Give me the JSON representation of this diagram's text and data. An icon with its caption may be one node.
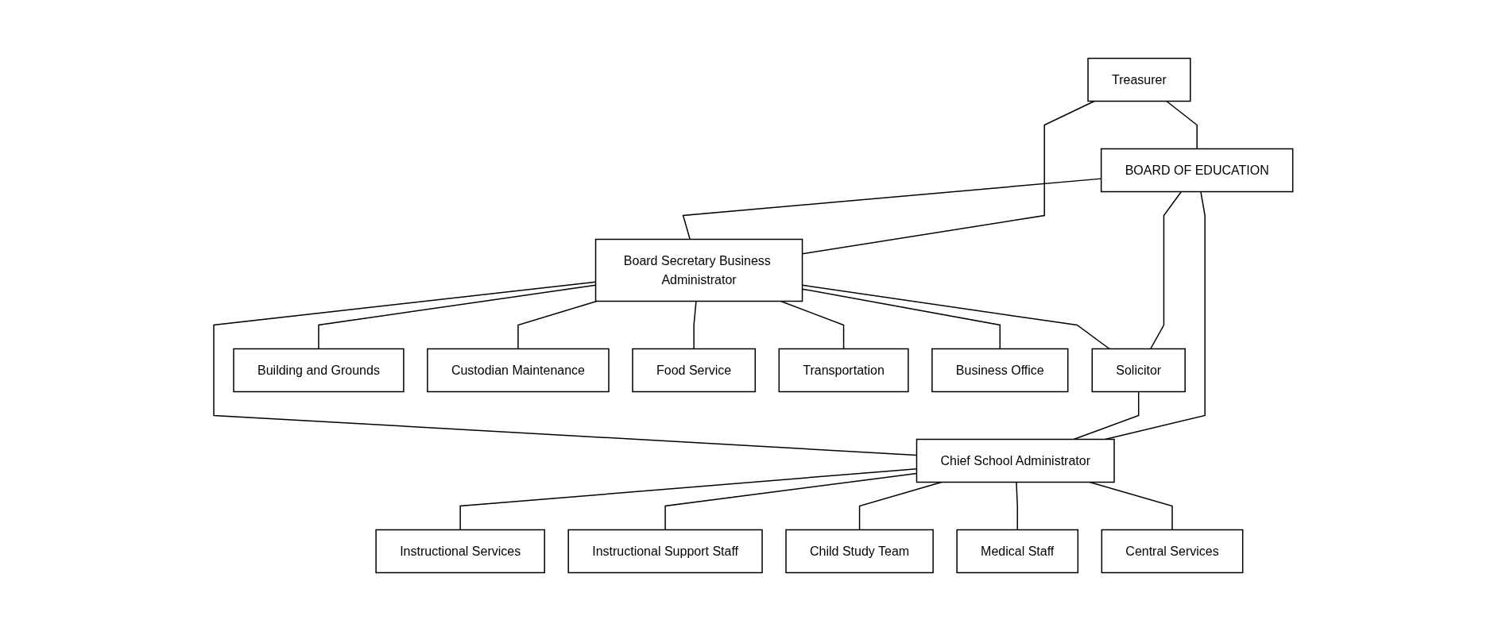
{
  "diagram": {
    "nodes": [
      {
        "text": [
          "BOARD OF EDUCATION"
        ]
      },
      {
        "text": [
          "Treasurer"
        ]
      },
      {
        "text": [
          "Board Secretary Business Administrator"
        ]
      },
      {
        "text": [
          "Solicitor"
        ]
      },
      {
        "text": [
          "Chief School Administrator"
        ]
      },
      {
        "text": [
          "Building and Grounds"
        ]
      },
      {
        "text": [
          "Custodian Maintenance"
        ]
      },
      {
        "text": [
          "Food Service"
        ]
      },
      {
        "text": [
          "Transportation"
        ]
      },
      {
        "text": [
          "Business Office"
        ]
      },
      {
        "text": [
          "Instructional Services"
        ]
      },
      {
        "text": [
          "Instructional Support Staff"
        ]
      },
      {
        "text": [
          "Child Study Team"
        ]
      },
      {
        "text": [
          "Medical Staff"
        ]
      },
      {
        "text": [
          "Central Services"
        ]
      }
    ],
    "edges": [
      {
        "from": 1,
        "to": 0,
        "arrow": "none"
      },
      {
        "from": 1,
        "to": 2,
        "arrow": "none"
      },
      {
        "from": 0,
        "to": 2,
        "arrow": "none"
      },
      {
        "from": 0,
        "to": 3,
        "arrow": "none"
      },
      {
        "from": 0,
        "to": 4,
        "arrow": "none"
      },
      {
        "from": 2,
        "to": 3,
        "arrow": "none"
      },
      {
        "from": 3,
        "to": 4,
        "arrow": "none"
      },
      {
        "from": 2,
        "to": 4,
        "arrow": "none"
      },
      {
        "from": 2,
        "to": 5,
        "arrow": "none"
      },
      {
        "from": 2,
        "to": 6,
        "arrow": "none"
      },
      {
        "from": 2,
        "to": 7,
        "arrow": "none"
      },
      {
        "from": 2,
        "to": 8,
        "arrow": "none"
      },
      {
        "from": 2,
        "to": 9,
        "arrow": "none"
      },
      {
        "from": 4,
        "to": 10,
        "arrow": "none"
      },
      {
        "from": 4,
        "to": 11,
        "arrow": "none"
      },
      {
        "from": 4,
        "to": 12,
        "arrow": "none"
      },
      {
        "from": 4,
        "to": 13,
        "arrow": "none"
      },
      {
        "from": 4,
        "to": 14,
        "arrow": "none"
      }
    ]
  }
}
